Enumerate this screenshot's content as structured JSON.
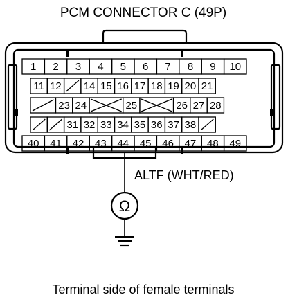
{
  "title": "PCM CONNECTOR C (49P)",
  "probe_label": "ALTF (WHT/RED)",
  "meter_symbol": "Ω",
  "caption": "Terminal side of female terminals",
  "probe_pin": "44",
  "rows": [
    [
      "1",
      "2",
      "3",
      "4",
      "5",
      "6",
      "7",
      "8",
      "9",
      "10"
    ],
    [
      "11",
      "12",
      "/",
      "14",
      "15",
      "16",
      "17",
      "18",
      "19",
      "20",
      "21"
    ],
    [
      "/",
      "23",
      "24",
      "X",
      "25",
      "X",
      "26",
      "27",
      "28"
    ],
    [
      "/",
      "/",
      "31",
      "32",
      "33",
      "34",
      "35",
      "36",
      "37",
      "38",
      "/"
    ],
    [
      "40",
      "41",
      "42",
      "43",
      "44",
      "45",
      "46",
      "47",
      "48",
      "49"
    ]
  ]
}
